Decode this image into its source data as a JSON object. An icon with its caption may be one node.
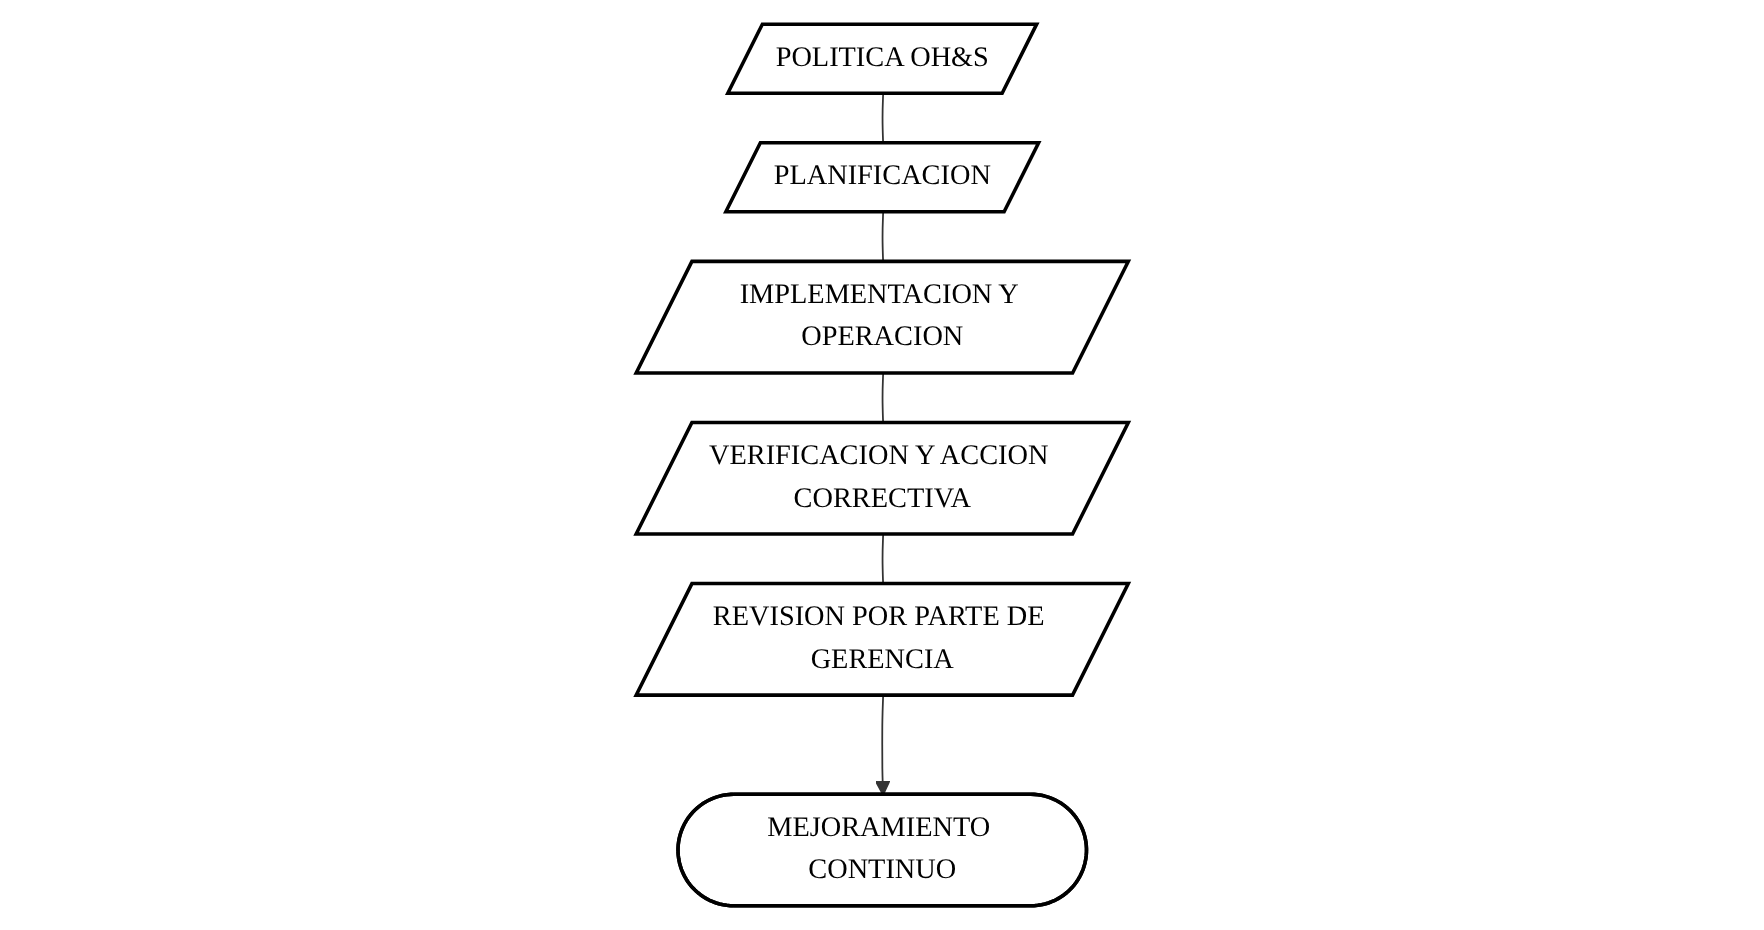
{
  "diagram": {
    "nodes": [
      {
        "text": [
          "MEJORAMIENTO CONTINUO"
        ]
      },
      {
        "text": [
          "POLITICA OH&S"
        ]
      },
      {
        "text": [
          "REVISION POR PARTE DE GERENCIA"
        ]
      },
      {
        "text": [
          "PLANIFICACION"
        ]
      },
      {
        "text": [
          "VERIFICACION Y ACCION CORRECTIVA"
        ]
      },
      {
        "text": [
          "IMPLEMENTACION Y OPERACION"
        ]
      }
    ],
    "edges": [
      {
        "from": 2,
        "to": 0,
        "arrow": "to"
      },
      {
        "from": 1,
        "to": 3,
        "arrow": "none"
      },
      {
        "from": 3,
        "to": 5,
        "arrow": "none"
      },
      {
        "from": 5,
        "to": 4,
        "arrow": "none"
      },
      {
        "from": 4,
        "to": 2,
        "arrow": "none"
      }
    ]
  }
}
